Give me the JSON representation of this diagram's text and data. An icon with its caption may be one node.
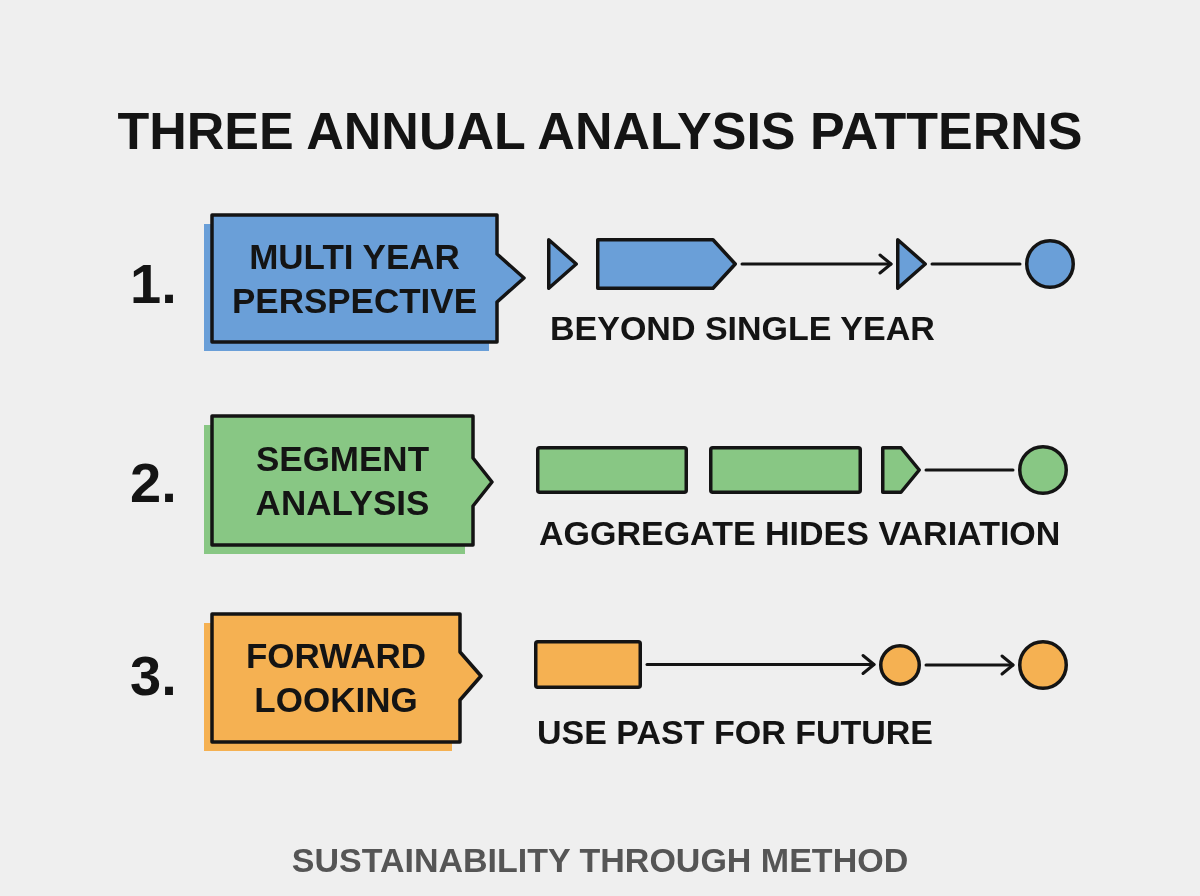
{
  "diagram": {
    "title": "THREE ANNUAL ANALYSIS PATTERNS",
    "caption": "SUSTAINABILITY THROUGH METHOD",
    "nodes": [
      {
        "text": [
          "MULTI YEAR PERSPECTIVE"
        ]
      },
      {
        "text": [],
        "shape": "triangle"
      },
      {
        "text": [],
        "shape": "pentagon"
      },
      {
        "text": [],
        "shape": "triangle"
      },
      {
        "text": [],
        "shape": "circle"
      },
      {
        "text": [
          "SEGMENT ANALYSIS"
        ]
      },
      {
        "text": [],
        "shape": "bar"
      },
      {
        "text": [],
        "shape": "bar"
      },
      {
        "text": [],
        "shape": "pentagon"
      },
      {
        "text": [],
        "shape": "circle"
      },
      {
        "text": [
          "FORWARD LOOKING"
        ]
      },
      {
        "text": [],
        "shape": "bar"
      },
      {
        "text": [],
        "shape": "circle"
      },
      {
        "text": [],
        "shape": "circle"
      }
    ],
    "edges": [
      {
        "from": 2,
        "to": 3,
        "arrow": "to"
      },
      {
        "from": 3,
        "to": 4,
        "arrow": "none"
      },
      {
        "from": 8,
        "to": 9,
        "arrow": "none"
      },
      {
        "from": 11,
        "to": 12,
        "arrow": "to"
      },
      {
        "from": 12,
        "to": 13,
        "arrow": "to"
      }
    ],
    "labels": [
      "1.",
      "BEYOND SINGLE YEAR",
      "2.",
      "AGGREGATE HIDES VARIATION",
      "3.",
      "USE PAST FOR FUTURE"
    ]
  }
}
